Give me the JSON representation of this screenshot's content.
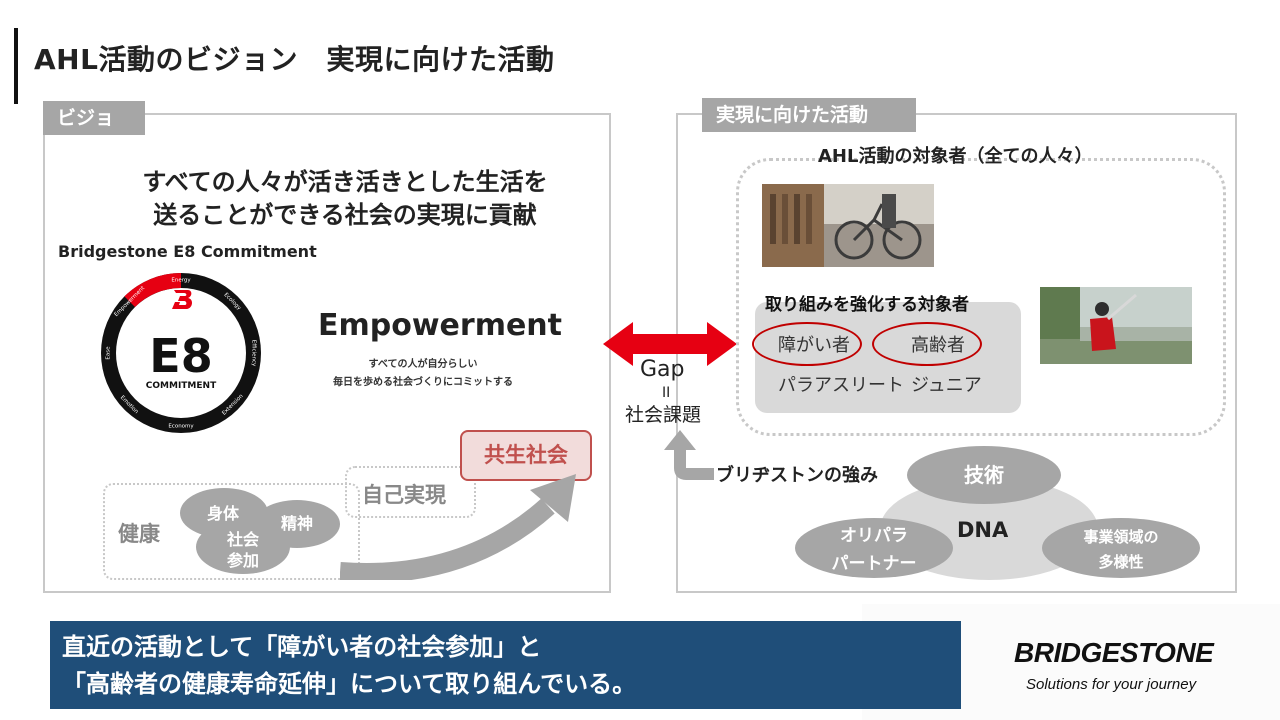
{
  "header": {
    "title": "AHL活動のビジョン　実現に向けた活動"
  },
  "vision": {
    "tag": "ビジョン",
    "statement_line1": "すべての人々が活き活きとした生活を",
    "statement_line2": "送ることができる社会の実現に貢献",
    "e8_title": "Bridgestone E8 Commitment",
    "e8_logo": {
      "mark": "E8",
      "sub": "COMMITMENT",
      "ring_labels": [
        "Energy",
        "Ecology",
        "Efficiency",
        "Extension",
        "Economy",
        "Emotion",
        "Ease",
        "Empowerment"
      ]
    },
    "empowerment_title": "Empowerment",
    "empowerment_desc_line1": "すべての人が自分らしい",
    "empowerment_desc_line2": "毎日を歩める社会づくりにコミットする",
    "health_label": "健康",
    "body_label": "身体",
    "social_label_line1": "社会",
    "social_label_line2": "参加",
    "mental_label": "精神",
    "self_label": "自己実現",
    "coexist_label": "共生社会"
  },
  "gap": {
    "label": "Gap",
    "equals": "II",
    "issue": "社会課題"
  },
  "activity": {
    "tag": "実現に向けた活動",
    "target_title": "AHL活動の対象者（全ての人々）",
    "focus_title": "取り組みを強化する対象者",
    "groups": {
      "disabled": "障がい者",
      "elderly": "高齢者",
      "para_athlete": "パラアスリート",
      "junior": "ジュニア"
    },
    "strength_label": "ブリヂストンの強み",
    "tech_label": "技術",
    "dna_label": "DNA",
    "oripara_line1": "オリパラ",
    "oripara_line2": "パートナー",
    "diversity_line1": "事業領域の",
    "diversity_line2": "多様性"
  },
  "footer": {
    "line1": "直近の活動として「障がい者の社会参加」と",
    "line2": "「高齢者の健康寿命延伸」について取り組んでいる。",
    "brand_name": "BRIDGESTONE",
    "brand_tagline": "Solutions for your journey"
  },
  "colors": {
    "accent_red": "#e60012",
    "highlight_red": "#c00000",
    "footer_navy": "#1f4e79",
    "tag_gray": "#a6a6a6"
  }
}
